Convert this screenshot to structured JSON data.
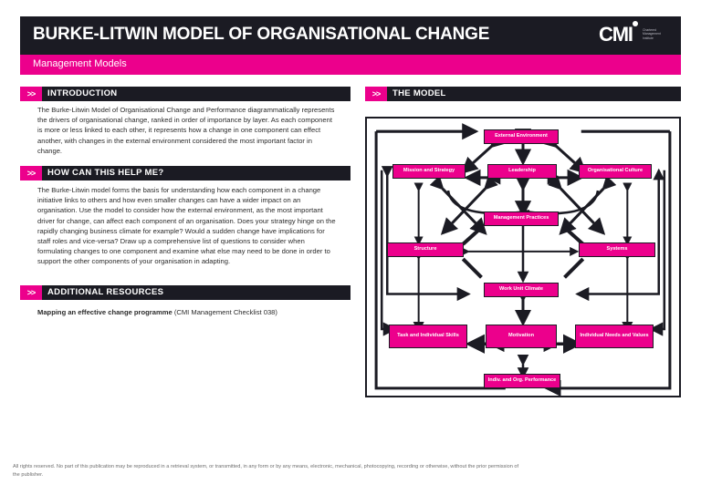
{
  "header": {
    "title": "BURKE-LITWIN MODEL OF ORGANISATIONAL CHANGE",
    "subtitle": "Management Models",
    "brand_mark": "CMI",
    "brand_sub": "Chartered Management Institute",
    "bar_color": "#1b1b23",
    "accent_color": "#ec008c"
  },
  "sections": {
    "introduction": {
      "chevron": ">>",
      "title": "INTRODUCTION",
      "body": "The Burke-Litwin Model of Organisational Change and Performance diagrammatically represents the drivers of organisational change, ranked in order of importance by layer. As each component is more or less linked to each other, it represents how a change in one component can effect another, with changes in the external environment considered the most important factor in change."
    },
    "help": {
      "chevron": ">>",
      "title": "HOW CAN THIS HELP ME?",
      "body": "The Burke-Litwin model forms the basis for understanding how each component in a change initiative links to others and how even smaller changes can have a wider impact on an organisation. Use the model to consider how the external environment, as the most important driver for change, can affect each component of an organisation. Does your strategy hinge on the rapidly changing business climate for example? Would a sudden change have implications for staff roles and vice-versa? Draw up a comprehensive list of questions to consider when formulating changes to one component and examine what else may need to be done in order to support the other components of your organisation in adapting."
    },
    "resources": {
      "chevron": ">>",
      "title": "ADDITIONAL RESOURCES",
      "item_title": "Mapping an effective change programme",
      "item_note": "(CMI Management Checklist 038)"
    },
    "model": {
      "chevron": ">>",
      "title": "THE MODEL"
    }
  },
  "diagram": {
    "boxes": [
      {
        "id": "external-environment",
        "label": "External Environment"
      },
      {
        "id": "mission-and-strategy",
        "label": "Mission and Strategy"
      },
      {
        "id": "leadership",
        "label": "Leadership"
      },
      {
        "id": "organisational-culture",
        "label": "Organisational Culture"
      },
      {
        "id": "management-practices",
        "label": "Management Practices"
      },
      {
        "id": "structure",
        "label": "Structure"
      },
      {
        "id": "systems",
        "label": "Systems"
      },
      {
        "id": "work-unit-climate",
        "label": "Work Unit Climate"
      },
      {
        "id": "task-and-individual-skills",
        "label": "Task and Individual Skills"
      },
      {
        "id": "motivation",
        "label": "Motivation"
      },
      {
        "id": "individual-needs-and-values",
        "label": "Individual Needs and Values"
      },
      {
        "id": "indiv-and-org-performance",
        "label": "Indiv. and Org. Performance"
      }
    ]
  },
  "footer": {
    "text": "All rights reserved.  No part of this publication may be reproduced in a retrieval system, or transmitted, in any form or by any means, electronic, mechanical, photocopying, recording or otherwise, without the prior permission of the publisher."
  }
}
